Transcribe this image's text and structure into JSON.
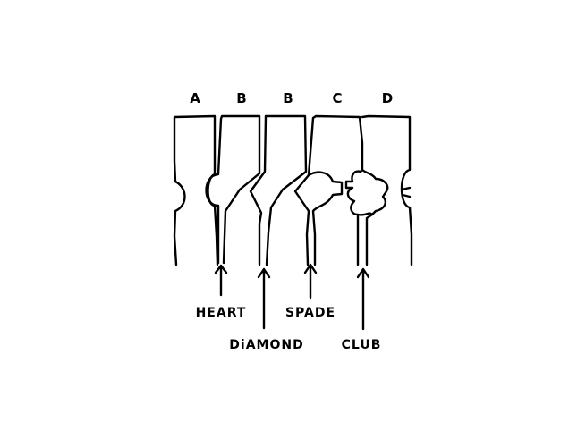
{
  "column_labels": [
    "A",
    "B",
    "B",
    "C",
    "D"
  ],
  "callouts": {
    "heart": "HEART",
    "diamond": "DiAMOND",
    "spade": "SPADE",
    "club": "CLUB"
  },
  "colors": {
    "ink": "#000000",
    "background": "#ffffff"
  }
}
